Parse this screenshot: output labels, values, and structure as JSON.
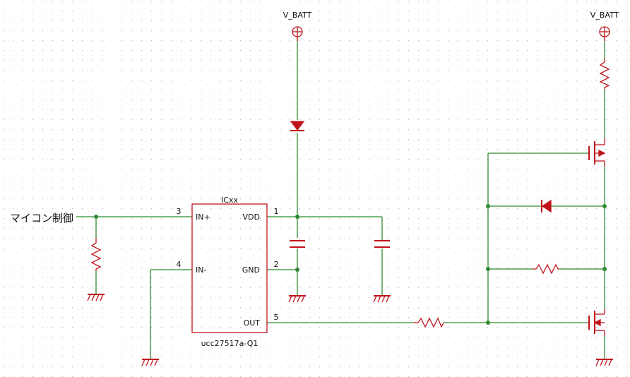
{
  "schematic": {
    "ic": {
      "ref": "ICxx",
      "part": "ucc27517a-Q1",
      "pins": {
        "in_plus": {
          "name": "IN+",
          "num": "3"
        },
        "in_minus": {
          "name": "IN-",
          "num": "4"
        },
        "vdd": {
          "name": "VDD",
          "num": "1"
        },
        "gnd": {
          "name": "GND",
          "num": "2"
        },
        "out": {
          "name": "OUT",
          "num": "5"
        }
      }
    },
    "input_label": "マイコン制御",
    "power_left": "V_BATT",
    "power_right": "V_BATT"
  },
  "colors": {
    "wire": "#2f8a2f",
    "part": "#c0141b",
    "grid": "#b9b9b9",
    "text": "#111111"
  }
}
